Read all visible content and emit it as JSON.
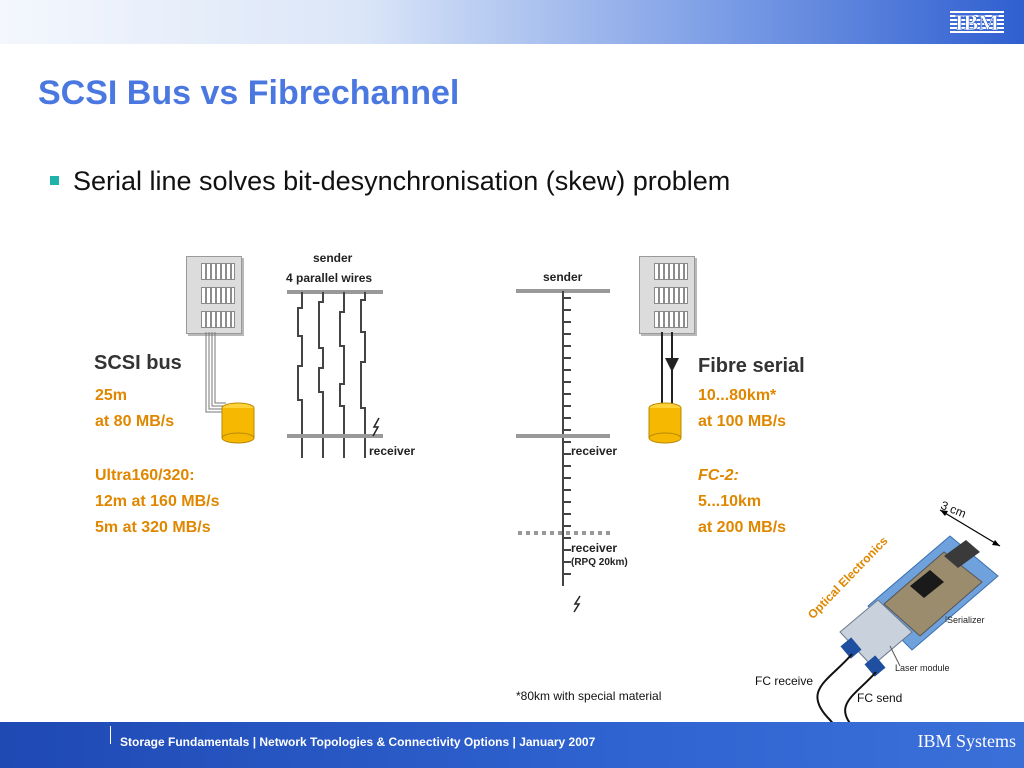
{
  "header": {
    "logo_text": "IBM"
  },
  "slide": {
    "title": "SCSI Bus vs Fibrechannel",
    "bullet": "Serial line solves bit-desynchronisation (skew) problem"
  },
  "scsi_diagram": {
    "sender_label": "sender",
    "wires_label": "4 parallel wires",
    "receiver_label": "receiver",
    "heading": "SCSI bus",
    "spec_line1": "25m",
    "spec_line2": "at 80 MB/s",
    "ultra_line1": "Ultra160/320:",
    "ultra_line2": "12m at 160 MB/s",
    "ultra_line3": "5m at 320 MB/s"
  },
  "fibre_diagram": {
    "sender_label": "sender",
    "receiver_label": "receiver",
    "receiver2_label": "receiver",
    "rpq_label": "(RPQ 20km)",
    "heading": "Fibre serial",
    "spec_line1": "10...80km*",
    "spec_line2": "at 100 MB/s",
    "fc2_line1": "FC-2:",
    "fc2_line2": "5...10km",
    "fc2_line3": "at 200 MB/s"
  },
  "module_photo": {
    "dimension": "3 cm",
    "optical": "Optical Electronics",
    "serializer": "Serializer",
    "laser": "Laser module",
    "fc_receive": "FC receive",
    "fc_send": "FC send"
  },
  "footnote": "*80km with special material",
  "footer": {
    "text": "Storage Fundamentals  | Network Topologies & Connectivity Options  |  January 2007",
    "brand": "IBM Systems"
  },
  "colors": {
    "title": "#4a78e0",
    "accent_orange": "#e08700",
    "bullet": "#1fb2a8",
    "footer_bar": "#2f63d0"
  }
}
